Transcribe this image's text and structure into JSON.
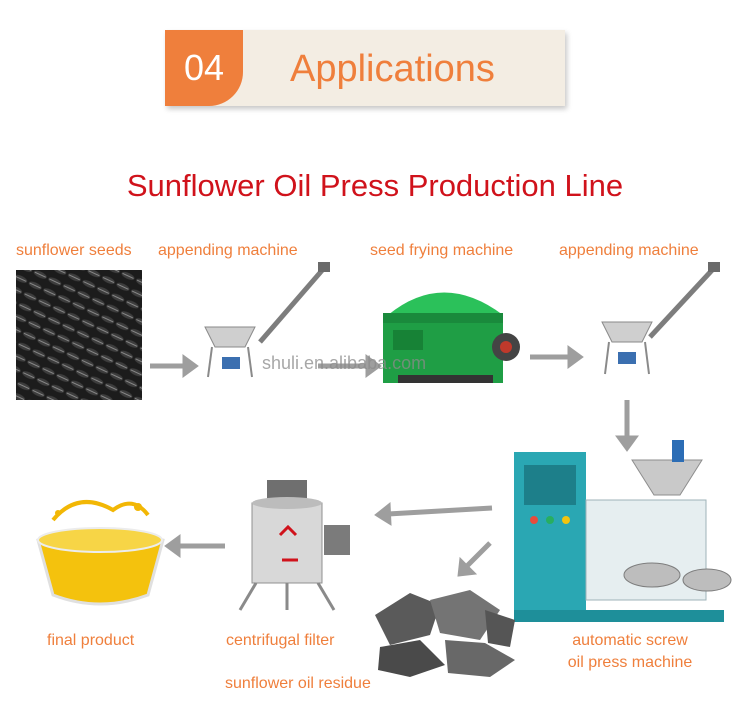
{
  "header": {
    "number": "04",
    "title": "Applications"
  },
  "diagram": {
    "title": "Sunflower Oil Press Production Line",
    "watermark": "shuli.en.alibaba.com",
    "steps": {
      "seeds": "sunflower seeds",
      "append1": "appending machine",
      "frying": "seed frying machine",
      "append2": "appending machine",
      "press_line1": "automatic screw",
      "press_line2": "oil press machine",
      "filter": "centrifugal filter",
      "residue": "sunflower oil residue",
      "final": "final product"
    }
  },
  "colors": {
    "accent": "#ef7f3c",
    "title_red": "#d0121b",
    "header_bg": "#f3ede3",
    "arrow_gray": "#9e9e9e",
    "machine_green": "#22b14c",
    "machine_teal": "#2aa7b3",
    "oil_gold": "#f2b705"
  }
}
